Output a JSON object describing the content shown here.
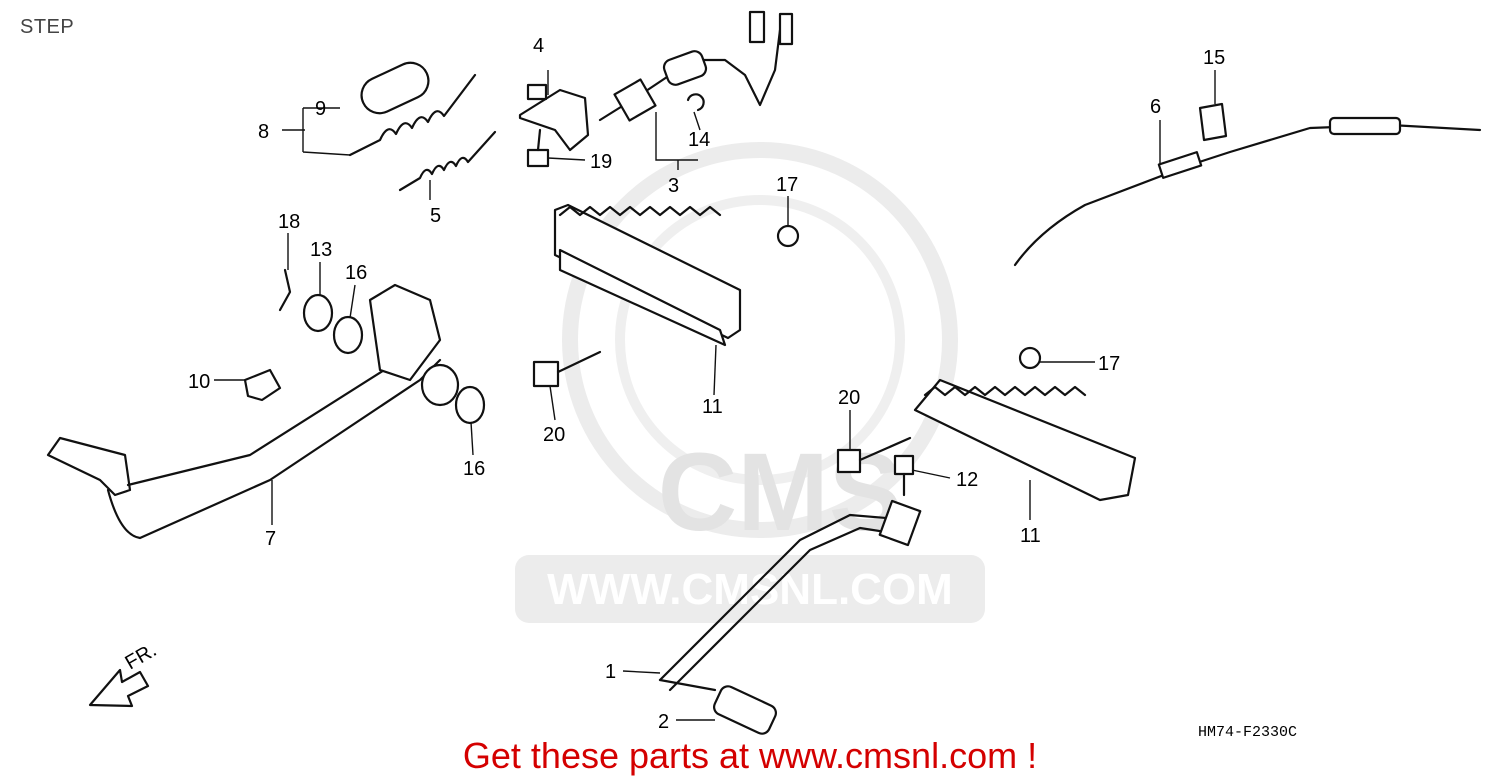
{
  "page": {
    "title": "STEP"
  },
  "diagram": {
    "code": "HM74-F2330C",
    "watermark": {
      "logo": "CMS",
      "url": "WWW.CMSNL.COM"
    },
    "arrow_label": "FR.",
    "callouts": [
      "1",
      "2",
      "3",
      "4",
      "5",
      "6",
      "7",
      "8",
      "9",
      "10",
      "11",
      "11",
      "12",
      "13",
      "14",
      "15",
      "16",
      "16",
      "17",
      "17",
      "18",
      "19",
      "20",
      "20"
    ]
  },
  "cta": {
    "text": "Get these parts at www.cmsnl.com !"
  },
  "colors": {
    "cta": "#d40000",
    "ink": "#111111",
    "watermark": "#e3e3e3"
  }
}
